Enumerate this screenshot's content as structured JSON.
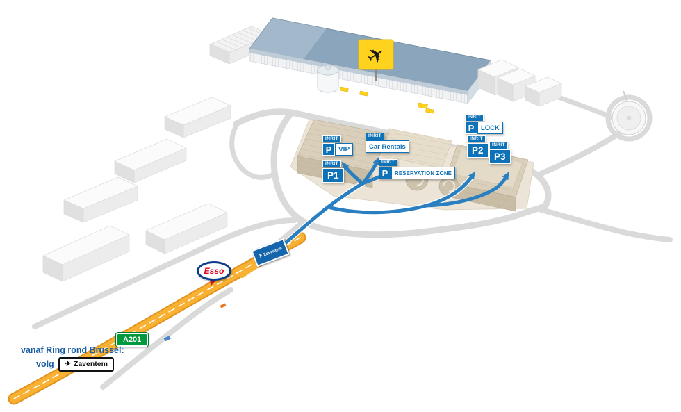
{
  "labels": {
    "inrit": "INRIT",
    "p": "P"
  },
  "signs": {
    "vip": "VIP",
    "car_rentals": "Car Rentals",
    "p1": "P1",
    "reservation_zone": "RESERVATION ZONE",
    "lock": "LOCK",
    "p2": "P2",
    "p3": "P3"
  },
  "road": {
    "a201": "A201",
    "esso": "Esso",
    "motorway_sign": "Zaventem"
  },
  "directions": {
    "line1": "vanaf Ring rond Brussel:",
    "line2": "volg",
    "sign_text": "Zaventem"
  },
  "glyphs": {
    "plane": "✈"
  },
  "colors": {
    "sign_blue": "#0e72b8",
    "route_blue": "#2a7fc1",
    "highway_orange": "#f8b133",
    "highway_edge": "#e2931d",
    "a201_green": "#009a3d",
    "esso_red": "#e3001b",
    "esso_blue": "#0b3c8c",
    "terminal_roof": "#8aa5bc",
    "parking_beige": "#d9cfba",
    "road_gray": "#dadada",
    "terminal_sign_yellow": "#ffd21e",
    "direction_text_blue": "#1a5ca6"
  }
}
